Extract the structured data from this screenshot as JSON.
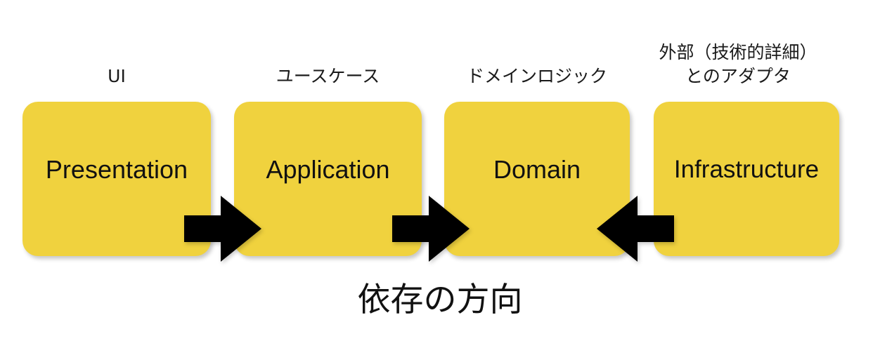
{
  "diagram": {
    "title_caption": "依存の方向",
    "accent_color": "#F0D23E",
    "arrow_color": "#000000",
    "background_color": "#FFFFFF",
    "layers": [
      {
        "caption": "UI",
        "label": "Presentation"
      },
      {
        "caption": "ユースケース",
        "label": "Application"
      },
      {
        "caption": "ドメインロジック",
        "label": "Domain"
      },
      {
        "caption": "外部（技術的詳細）\nとのアダプタ",
        "label": "Infrastructure"
      }
    ],
    "arrows": [
      {
        "name": "arrow-presentation-to-application",
        "direction": "right",
        "from": "Presentation",
        "to": "Application"
      },
      {
        "name": "arrow-application-to-domain",
        "direction": "right",
        "from": "Application",
        "to": "Domain"
      },
      {
        "name": "arrow-infrastructure-to-domain",
        "direction": "left",
        "from": "Infrastructure",
        "to": "Domain"
      }
    ]
  }
}
